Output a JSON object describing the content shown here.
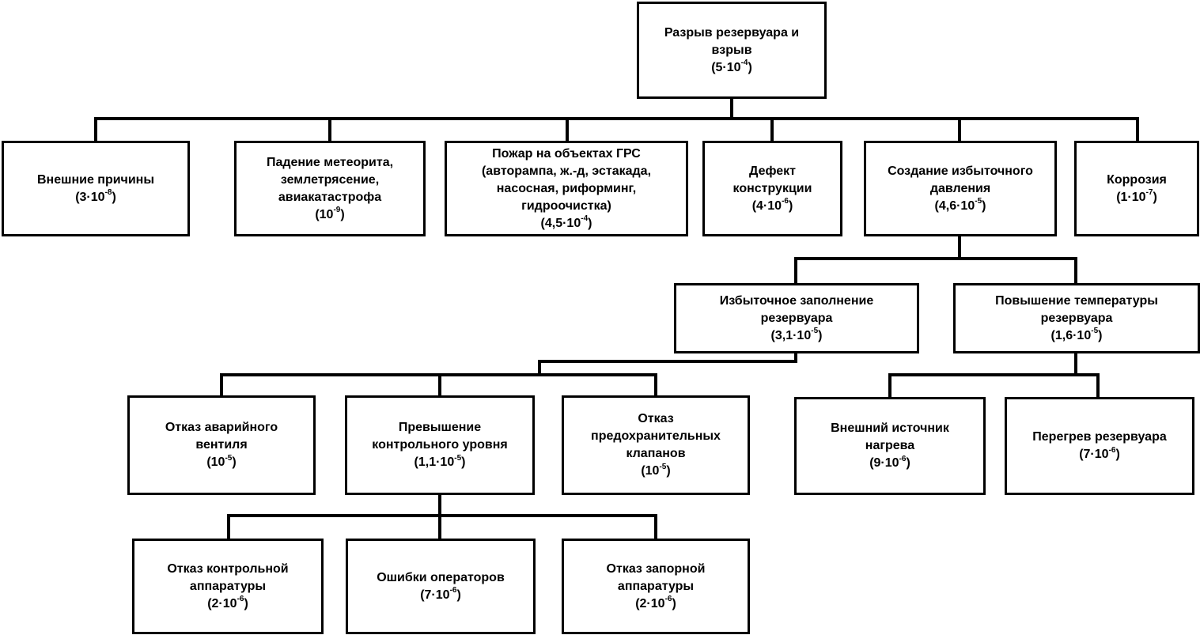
{
  "nodes": {
    "top": {
      "lines": [
        "Разрыв резервуара и",
        "взрыв"
      ],
      "prob": {
        "pre": "(5·10",
        "exp": "-4",
        "post": ")"
      }
    },
    "external": {
      "lines": [
        "Внешние причины"
      ],
      "prob": {
        "pre": "(3·10",
        "exp": "-8",
        "post": ")"
      }
    },
    "meteor": {
      "lines": [
        "Падение метеорита,",
        "землетрясение,",
        "авиакатастрофа"
      ],
      "prob": {
        "pre": "(10",
        "exp": "-9",
        "post": ")"
      }
    },
    "fire": {
      "lines": [
        "Пожар на объектах ГРС",
        "(авторампа, ж.-д, эстакада,",
        "насосная, риформинг,",
        "гидроочистка)"
      ],
      "prob": {
        "pre": "(4,5·10",
        "exp": "-4",
        "post": ")"
      }
    },
    "defect": {
      "lines": [
        "Дефект",
        "конструкции"
      ],
      "prob": {
        "pre": "(4·10",
        "exp": "-6",
        "post": ")"
      }
    },
    "overpressure": {
      "lines": [
        "Создание избыточного",
        "давления"
      ],
      "prob": {
        "pre": "(4,6·10",
        "exp": "-5",
        "post": ")"
      }
    },
    "corrosion": {
      "lines": [
        "Коррозия"
      ],
      "prob": {
        "pre": "(1·10",
        "exp": "-7",
        "post": ")"
      }
    },
    "overfill": {
      "lines": [
        "Избыточное заполнение",
        "резервуара"
      ],
      "prob": {
        "pre": "(3,1·10",
        "exp": "-5",
        "post": ")"
      }
    },
    "temp": {
      "lines": [
        "Повышение температуры",
        "резервуара"
      ],
      "prob": {
        "pre": "(1,6·10",
        "exp": "-5",
        "post": ")"
      }
    },
    "valve": {
      "lines": [
        "Отказ аварийного",
        "вентиля"
      ],
      "prob": {
        "pre": "(10",
        "exp": "-5",
        "post": ")"
      }
    },
    "level": {
      "lines": [
        "Превышение",
        "контрольного уровня"
      ],
      "prob": {
        "pre": "(1,1·10",
        "exp": "-5",
        "post": ")"
      }
    },
    "safety": {
      "lines": [
        "Отказ",
        "предохранительных",
        "клапанов"
      ],
      "prob": {
        "pre": "(10",
        "exp": "-5",
        "post": ")"
      }
    },
    "heatsource": {
      "lines": [
        "Внешний источник",
        "нагрева"
      ],
      "prob": {
        "pre": "(9·10",
        "exp": "-6",
        "post": ")"
      }
    },
    "overheat": {
      "lines": [
        "Перегрев резервуара"
      ],
      "prob": {
        "pre": "(7·10",
        "exp": "-6",
        "post": ")"
      }
    },
    "control": {
      "lines": [
        "Отказ контрольной",
        "аппаратуры"
      ],
      "prob": {
        "pre": "(2·10",
        "exp": "-6",
        "post": ")"
      }
    },
    "operators": {
      "lines": [
        "Ошибки операторов"
      ],
      "prob": {
        "pre": "(7·10",
        "exp": "-6",
        "post": ")"
      }
    },
    "shutoff": {
      "lines": [
        "Отказ запорной",
        "аппаратуры"
      ],
      "prob": {
        "pre": "(2·10",
        "exp": "-6",
        "post": ")"
      }
    }
  }
}
